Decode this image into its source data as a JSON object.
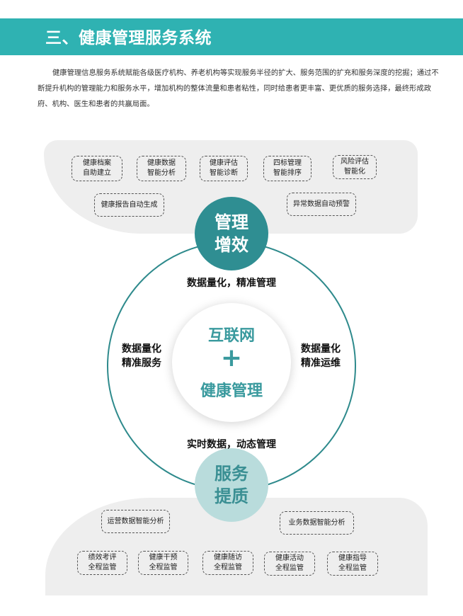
{
  "header": {
    "title": "三、健康管理服务系统"
  },
  "intro": "健康管理信息服务系统赋能各级医疗机构、养老机构等实现服务半径的扩大、服务范围的扩充和服务深度的挖掘；通过不断提升机构的管理能力和服务水平，增加机构的整体流量和患者粘性，同时给患者更丰富、更优质的服务选择，最终形成政府、机构、医生和患者的共赢局面。",
  "top_panel": {
    "items": [
      {
        "l1": "健康档案",
        "l2": "自助建立"
      },
      {
        "l1": "健康数据",
        "l2": "智能分析"
      },
      {
        "l1": "健康评估",
        "l2": "智能诊断"
      },
      {
        "l1": "四标管理",
        "l2": "智能排序"
      },
      {
        "l1": "风险评估",
        "l2": "智能化"
      }
    ],
    "row2": [
      "健康报告自动生成",
      "异常数据自动预警"
    ]
  },
  "diagram": {
    "top_node": {
      "l1": "管理",
      "l2": "增效"
    },
    "bottom_node": {
      "l1": "服务",
      "l2": "提质"
    },
    "center": {
      "l1": "互联网",
      "plus": "+",
      "l2": "健康管理"
    },
    "top_label": "数据量化，精准管理",
    "bottom_label": "实时数据，动态管理",
    "left_label": {
      "l1": "数据量化",
      "l2": "精准服务"
    },
    "right_label": {
      "l1": "数据量化",
      "l2": "精准运维"
    }
  },
  "bottom_panel": {
    "row1": [
      "运营数据智能分析",
      "业务数据智能分析"
    ],
    "items": [
      {
        "l1": "绩效考评",
        "l2": "全程监管"
      },
      {
        "l1": "健康干预",
        "l2": "全程监管"
      },
      {
        "l1": "健康随访",
        "l2": "全程监管"
      },
      {
        "l1": "健康活动",
        "l2": "全程监管"
      },
      {
        "l1": "健康指导",
        "l2": "全程监管"
      }
    ]
  },
  "colors": {
    "band": "#2fb2b2",
    "teal_dark": "#2f8e92",
    "teal_light": "#b9dcdc"
  }
}
